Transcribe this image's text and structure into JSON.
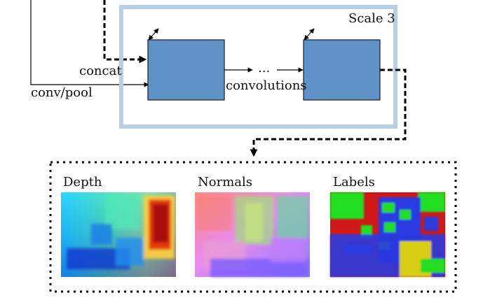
{
  "scale_label": "Scale 3",
  "labels": {
    "concat": "concat",
    "conv_pool": "conv/pool",
    "ellipsis": "...",
    "convolutions": "convolutions"
  },
  "outputs": [
    {
      "title": "Depth"
    },
    {
      "title": "Normals"
    },
    {
      "title": "Labels"
    }
  ],
  "colors": {
    "scale_frame": "#b9cde5",
    "block_fill": "#5f93c8",
    "block_stroke": "#1a1a1a",
    "line": "#000000"
  }
}
